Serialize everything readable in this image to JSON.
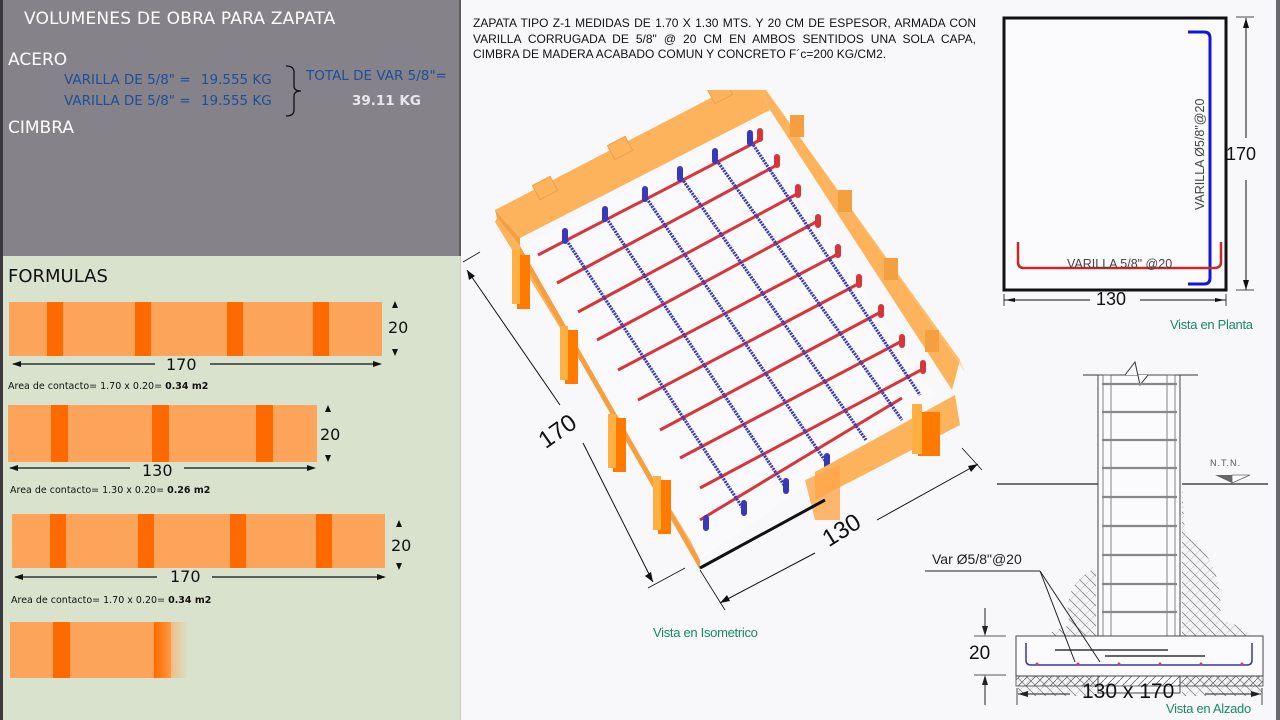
{
  "left_panel": {
    "title": "VOLUMENES DE OBRA PARA ZAPATA",
    "acero": {
      "heading": "ACERO",
      "lines": [
        {
          "label": "VARILLA DE 5/8\" =",
          "value": "19.555 KG"
        },
        {
          "label": "VARILLA DE 5/8\" =",
          "value": "19.555 KG"
        }
      ],
      "total_label": "TOTAL DE VAR 5/8\"=",
      "total_value": "39.11 KG"
    },
    "cimbra": {
      "heading": "CIMBRA"
    },
    "colors": {
      "top_bg": "#868289",
      "bottom_bg": "#d8e2cc",
      "blue_text": "#1c4f9a",
      "board": "#fca55a",
      "stud": "#ff6a00"
    }
  },
  "formulas": {
    "heading": "FORMULAS",
    "boards": [
      {
        "length": "170",
        "height": "20",
        "area_text": "Area de contacto= 1.70 x 0.20=",
        "area_value": "0.34 m2"
      },
      {
        "length": "130",
        "height": "20",
        "area_text": "Area de contacto= 1.30 x 0.20=",
        "area_value": "0.26 m2"
      },
      {
        "length": "170",
        "height": "20",
        "area_text": "Area de contacto= 1.70 x 0.20=",
        "area_value": "0.34 m2"
      }
    ]
  },
  "description": "ZAPATA TIPO Z-1 MEDIDAS DE 1.70 X 1.30 MTS. Y 20 CM DE ESPESOR, ARMADA CON VARILLA CORRUGADA DE 5/8\" @ 20 CM EN AMBOS SENTIDOS UNA SOLA CAPA, CIMBRA DE MADERA ACABADO COMUN Y CONCRETO F´c=200 KG/CM2.",
  "isometric": {
    "dim_long": "170",
    "dim_short": "130",
    "caption": "Vista en Isometrico",
    "colors": {
      "formwork": "#fcb35c",
      "formwork_dark": "#ff7a00",
      "bar_red": "#d8343a",
      "bar_blue": "#3838b8"
    }
  },
  "plan_view": {
    "vertical_bar_label": "VARILLA Ø5/8\"@20",
    "horizontal_bar_label": "VARILLA 5/8\" @20",
    "dim_width": "130",
    "dim_height": "170",
    "caption": "Vista en Planta"
  },
  "elevation_view": {
    "rebar_label": "Var Ø5/8\"@20",
    "ground_label": "N.T.N.",
    "thickness": "20",
    "dims": "130 x 170",
    "caption": "Vista en Alzado"
  }
}
